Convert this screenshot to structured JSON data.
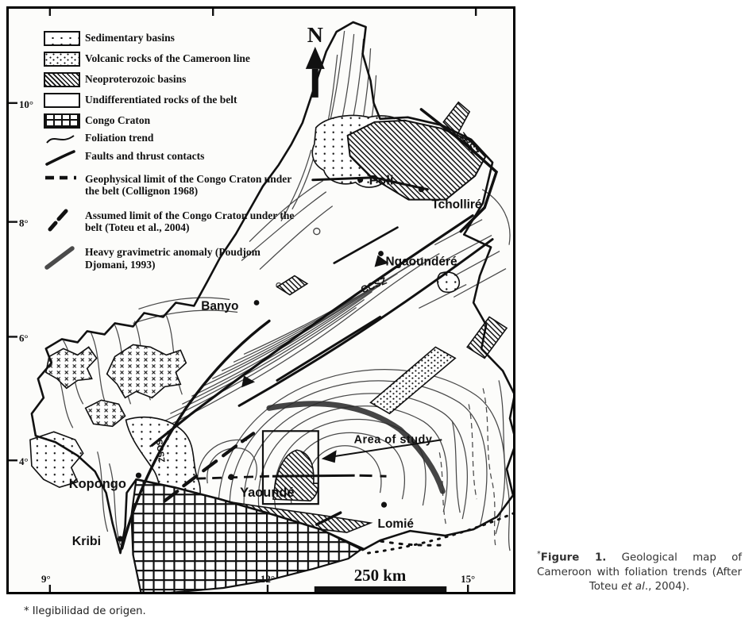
{
  "legend": {
    "items": [
      {
        "label": "Sedimentary basins",
        "swatch": "dots"
      },
      {
        "label": "Volcanic rocks of the Cameroon line",
        "swatch": "x-marks"
      },
      {
        "label": "Neoproterozoic basins",
        "swatch": "diagonal-hatch"
      },
      {
        "label": "Undifferentiated rocks of the belt",
        "swatch": "blank"
      },
      {
        "label": "Congo Craton",
        "swatch": "grid"
      },
      {
        "label": "Foliation trend",
        "swatch": "thin-curved-line"
      },
      {
        "label": "Faults and thrust contacts",
        "swatch": "bold-line"
      },
      {
        "label": "Geophysical limit of the Congo Craton under the belt (Collignon 1968)",
        "swatch": "dashed-line"
      },
      {
        "label": "Assumed limit of the Congo Craton under the belt (Toteu et al., 2004)",
        "swatch": "bold-dash-dot-line"
      },
      {
        "label": "Heavy gravimetric anomaly (Poudjom Djomani, 1993)",
        "swatch": "thick-gray-line"
      }
    ]
  },
  "compass": {
    "north_label": "N"
  },
  "scale_bar": {
    "label": "250 km"
  },
  "axes": {
    "latitudes": [
      "10°",
      "8°",
      "6°",
      "4°"
    ],
    "longitudes": [
      "9°",
      "12°",
      "15°"
    ]
  },
  "map": {
    "cities": [
      {
        "name": "Poli"
      },
      {
        "name": "Tcholliré"
      },
      {
        "name": "Ngaoundéré"
      },
      {
        "name": "Banyo"
      },
      {
        "name": "Yaoundé"
      },
      {
        "name": "Kopongo"
      },
      {
        "name": "Kribi"
      },
      {
        "name": "Lomié"
      }
    ],
    "shear_zones": [
      {
        "name": "TBSZ"
      },
      {
        "name": "CCSZ"
      },
      {
        "name": "SCSZ"
      }
    ],
    "area_of_study_label": "Area of study"
  },
  "caption": {
    "asterisk": "*",
    "figure_label": "Figure 1.",
    "body": " Geological map of Cameroon with foliation trends (After Toteu ",
    "italic": "et al",
    "tail": "., 2004)."
  },
  "footnote": "* Ilegibilidad de origen.",
  "colors": {
    "ink": "#111111",
    "anomaly": "#2b2b2b",
    "caption_text": "#333333"
  }
}
